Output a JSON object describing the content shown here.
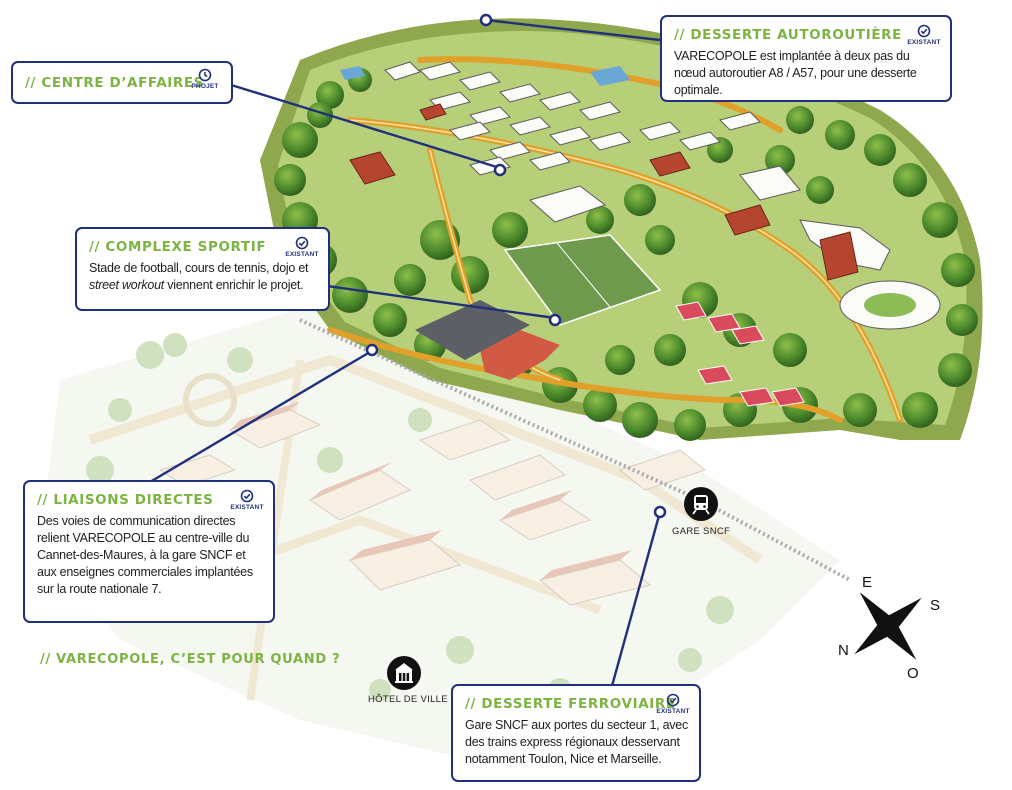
{
  "colors": {
    "navy": "#21307a",
    "accent_green": "#7cb342",
    "park_green": "#3f7a26",
    "road": "#e0a02a",
    "tennis": "#d94a5c",
    "roof_red": "#b5452f"
  },
  "callouts": {
    "centre": {
      "title": "// CENTRE D’AFFAIRES",
      "badge": "PROJET",
      "badge_icon": "clock-icon"
    },
    "autoroute": {
      "title": "// DESSERTE AUTOROUTIÈRE",
      "badge": "EXISTANT",
      "badge_icon": "check-circle-icon",
      "text": "VARECOPOLE est implantée à deux pas du nœud autoroutier A8 / A57, pour une desserte optimale."
    },
    "sportif": {
      "title": "// COMPLEXE SPORTIF",
      "badge": "EXISTANT",
      "badge_icon": "check-circle-icon",
      "text_main": "Stade de football, cours de tennis, dojo et ",
      "text_em": "street workout",
      "text_tail": " viennent enrichir le projet."
    },
    "liaisons": {
      "title": "// LIAISONS DIRECTES",
      "badge": "EXISTANT",
      "badge_icon": "check-circle-icon",
      "text": "Des voies de communication directes relient VARECOPOLE au centre-ville du Cannet-des-Maures, à la gare SNCF et aux enseignes commerciales implantées sur la route nationale 7."
    },
    "ferroviaire": {
      "title": "// DESSERTE FERROVIAIRE",
      "badge": "EXISTANT",
      "badge_icon": "check-circle-icon",
      "text": "Gare SNCF aux portes du secteur 1, avec des trains express régionaux desservant notamment Toulon, Nice et Marseille."
    }
  },
  "pois": {
    "gare": {
      "label": "GARE SNCF",
      "icon": "train-icon"
    },
    "hotel": {
      "label": "HÔTEL DE VILLE",
      "icon": "town-hall-icon"
    }
  },
  "compass": {
    "north": "N",
    "east": "E",
    "south": "S",
    "west": "O"
  },
  "question": "// VARECOPOLE, C’EST POUR QUAND ?"
}
